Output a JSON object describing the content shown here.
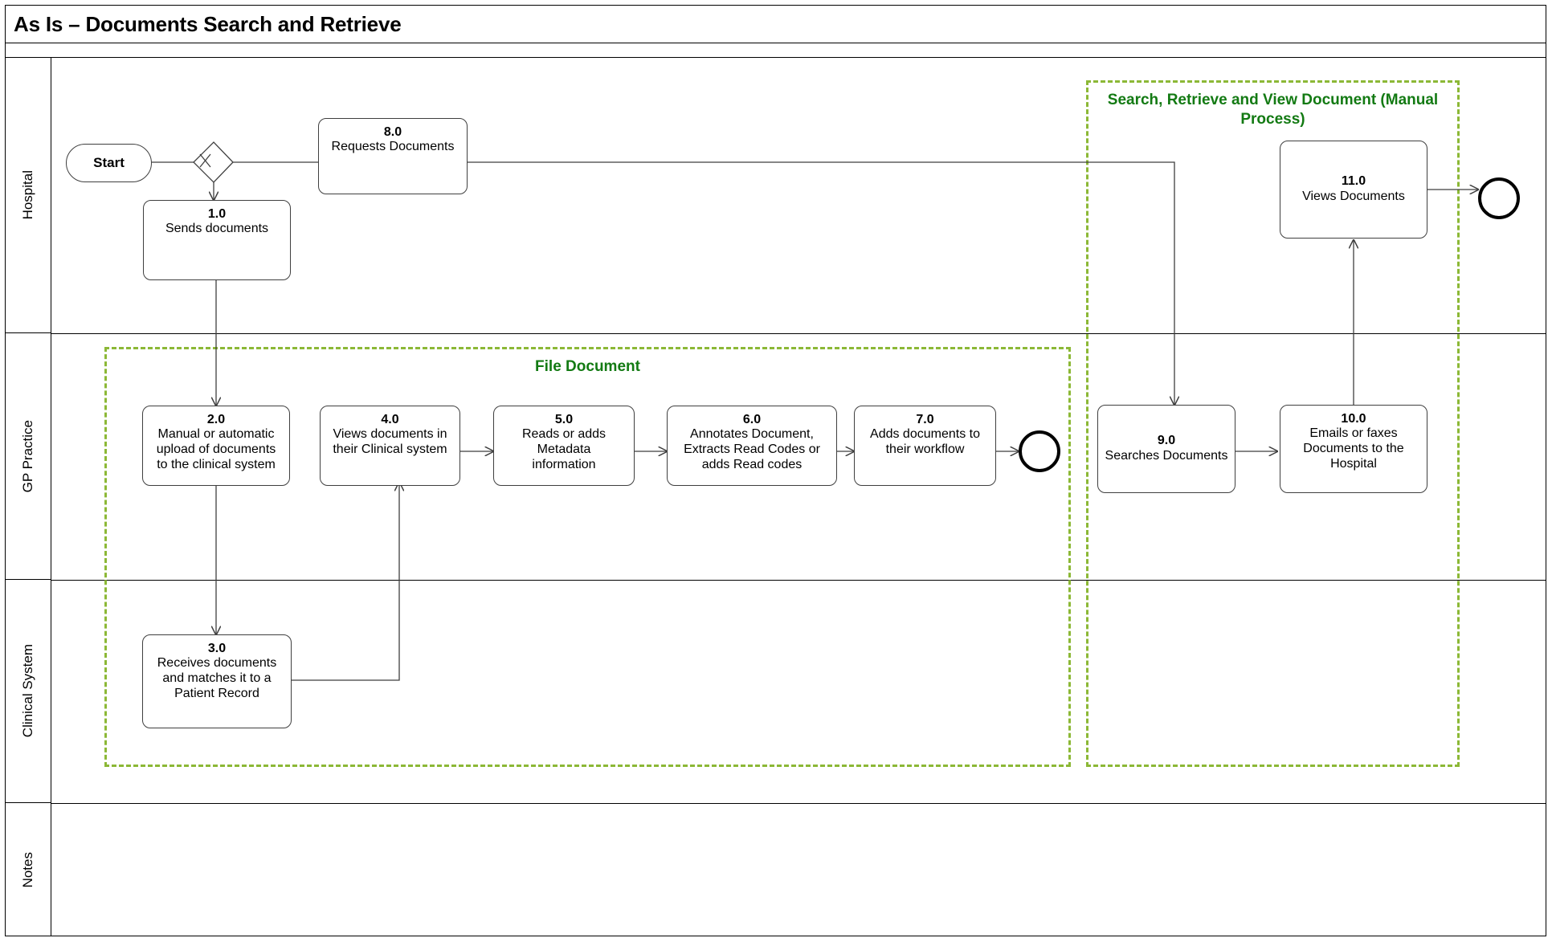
{
  "title": "As Is – Documents Search and Retrieve",
  "colors": {
    "group_border": "#8cb836",
    "group_text": "#137a13",
    "task_border": "#3f3f3f",
    "lane_border": "#000000",
    "connector": "#3f3f3f"
  },
  "lanes": [
    {
      "id": "hospital",
      "label": "Hospital"
    },
    {
      "id": "gp-practice",
      "label": "GP Practice"
    },
    {
      "id": "clinical-system",
      "label": "Clinical System"
    },
    {
      "id": "notes",
      "label": "Notes"
    }
  ],
  "groups": [
    {
      "id": "file-document",
      "title": "File Document"
    },
    {
      "id": "search-retrieve",
      "title": "Search, Retrieve and View Document\n(Manual Process)"
    }
  ],
  "events": [
    {
      "id": "start",
      "type": "start-event",
      "label": "Start"
    },
    {
      "id": "end-1",
      "type": "end-event",
      "label": ""
    },
    {
      "id": "end-2",
      "type": "end-event",
      "label": ""
    }
  ],
  "gateways": [
    {
      "id": "gateway-1",
      "type": "exclusive-gateway",
      "label": ""
    }
  ],
  "tasks": [
    {
      "id": "task-1",
      "num": "1.0",
      "lane": "hospital",
      "label": "Sends documents"
    },
    {
      "id": "task-2",
      "num": "2.0",
      "lane": "gp-practice",
      "label": "Manual or automatic\nupload of documents\nto the clinical system"
    },
    {
      "id": "task-3",
      "num": "3.0",
      "lane": "clinical-system",
      "label": "Receives documents\nand matches it to a\nPatient Record"
    },
    {
      "id": "task-4",
      "num": "4.0",
      "lane": "gp-practice",
      "label": "Views documents in\ntheir Clinical system"
    },
    {
      "id": "task-5",
      "num": "5.0",
      "lane": "gp-practice",
      "label": "Reads or adds\nMetadata\ninformation"
    },
    {
      "id": "task-6",
      "num": "6.0",
      "lane": "gp-practice",
      "label": "Annotates Document,\nExtracts Read Codes or\nadds Read codes"
    },
    {
      "id": "task-7",
      "num": "7.0",
      "lane": "gp-practice",
      "label": "Adds documents to\ntheir workflow"
    },
    {
      "id": "task-8",
      "num": "8.0",
      "lane": "hospital",
      "label": "Requests Documents"
    },
    {
      "id": "task-9",
      "num": "9.0",
      "lane": "gp-practice",
      "label": "Searches Documents"
    },
    {
      "id": "task-10",
      "num": "10.0",
      "lane": "gp-practice",
      "label": "Emails or faxes\nDocuments to the\nHospital"
    },
    {
      "id": "task-11",
      "num": "11.0",
      "lane": "hospital",
      "label": "Views  Documents"
    }
  ]
}
